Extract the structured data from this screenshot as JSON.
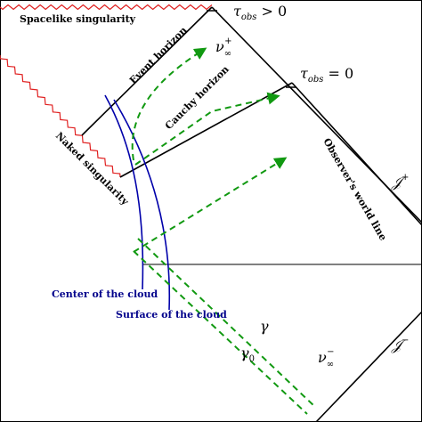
{
  "labels": {
    "spacelike_singularity": "Spacelike singularity",
    "event_horizon": "Event horizon",
    "cauchy_horizon": "Cauchy horizon",
    "naked_singularity": "Naked singularity",
    "observer_world_line": "Observer's world line",
    "center_of_cloud": "Center of the cloud",
    "surface_of_cloud": "Surface of the cloud"
  },
  "math": {
    "tau_obs_pos": "τ",
    "tau_obs_pos_sub": "obs",
    "tau_obs_pos_rel": " > 0",
    "tau_obs_zero": "τ",
    "tau_obs_zero_sub": "obs",
    "tau_obs_zero_rel": " = 0",
    "nu_plus": "ν",
    "nu_plus_sub": "∞",
    "nu_plus_sup": "+",
    "nu_minus": "ν",
    "nu_minus_sub": "∞",
    "nu_minus_sup": "−",
    "scri_plus": "𝒥",
    "scri_plus_sup": "+",
    "scri_minus": "𝒥",
    "scri_minus_sup": "−",
    "gamma": "γ",
    "gamma0": "γ",
    "gamma0_sub": "0"
  },
  "colors": {
    "singularity": "#e02020",
    "cloud_curves": "#0000aa",
    "null_rays": "#119911",
    "lines": "#000000",
    "blue_text": "#00008b"
  }
}
